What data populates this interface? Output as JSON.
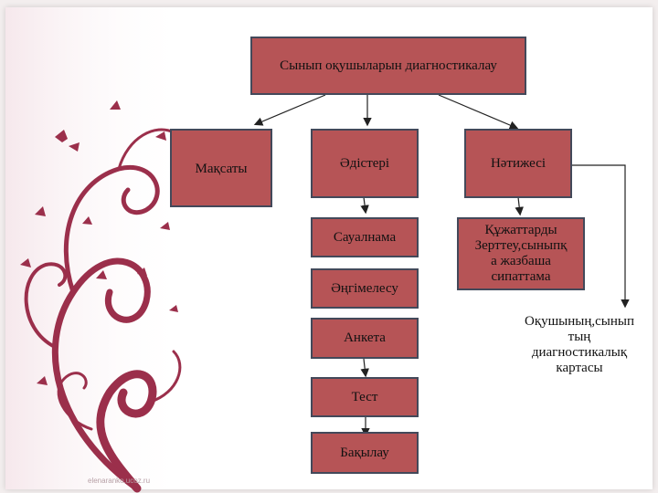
{
  "diagram": {
    "root": "Сынып оқушыларын диагностикалау",
    "categories": [
      {
        "key": "purpose",
        "label": "Мақсаты"
      },
      {
        "key": "methods",
        "label": "Әдістері"
      },
      {
        "key": "result",
        "label": "Нәтижесі"
      }
    ],
    "methods": [
      "Сауалнама",
      "Әңгімелесу",
      "Анкета",
      "Тест",
      "Бақылау"
    ],
    "result_items": [
      {
        "lines": [
          "Құжаттарды",
          "Зерттеу,сыныпқ",
          "а жазбаша",
          "сипаттама"
        ]
      },
      {
        "lines": [
          "Оқушының,сынып",
          "тың",
          "диагностикалық",
          "картасы"
        ]
      }
    ]
  },
  "footer": {
    "watermark": "elenaranko.ucoz.ru"
  },
  "colors": {
    "box_fill": "#b65456",
    "box_border": "#43495a",
    "ornament": "#9b2f4b"
  }
}
